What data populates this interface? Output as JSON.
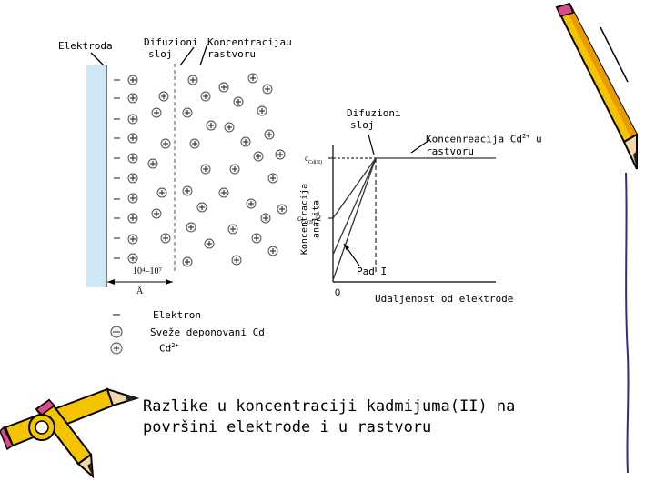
{
  "labels": {
    "electrode": "Elektroda",
    "diffusion_layer_top_1": "Difuzioni",
    "diffusion_layer_top_2": "sloj",
    "solution_conc_1": "Koncentracijau",
    "solution_conc_2": "rastvoru",
    "diffusion_layer_plot_1": "Difuzioni",
    "diffusion_layer_plot_2": "sloj",
    "cd_conc_1": "Koncenreacija Cd",
    "cd_conc_sup": "2+",
    "cd_conc_tail": " u",
    "cd_conc_2": "rastvoru",
    "y_axis": "Koncentracija analita",
    "x_axis": "Udaljenost od elektrode",
    "pad": "Pad I",
    "zero": "0",
    "scale_range": "10⁴–10⁷",
    "scale_unit": "Å",
    "tick_cd": "c",
    "tick_cd_sub": "Cd(II)",
    "tick_cd_half": "c",
    "tick_cd_half_sub": "Cd(II)",
    "tick_cd_half_tail": "/2"
  },
  "legend": {
    "electron": "Elektron",
    "deposited": "Sveže deponovani Cd",
    "cd_ion": "Cd",
    "cd_ion_sup": "2+"
  },
  "caption": "Razlike u koncentraciji kadmijuma(II) na površini elektrode i u rastvoru",
  "colors": {
    "electrode_blue": "#cfe6f4",
    "ion_fill": "#f2f2f2",
    "accent": "#000000"
  }
}
